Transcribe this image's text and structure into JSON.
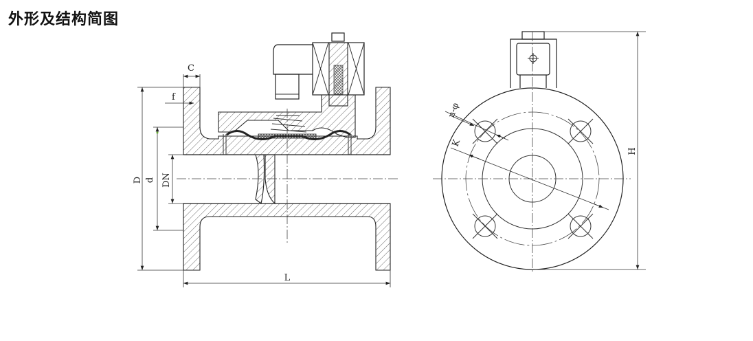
{
  "title": "外形及结构简图",
  "front_view_labels": {
    "C": "C",
    "f": "f",
    "D": "D",
    "d": "d",
    "DN": "DN",
    "L": "L"
  },
  "side_view_labels": {
    "n_phi": "n-φ",
    "K": "K",
    "H": "H"
  }
}
